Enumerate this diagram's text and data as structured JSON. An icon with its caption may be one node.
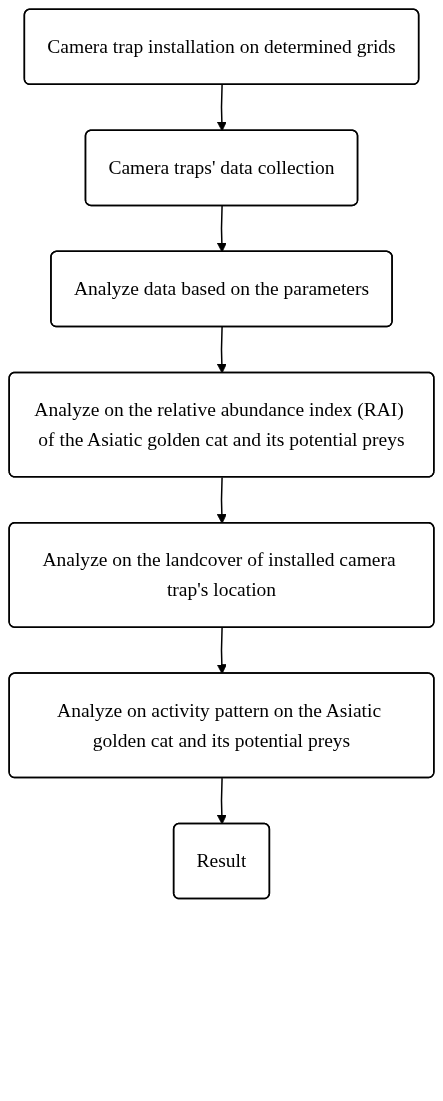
{
  "diagram": {
    "nodes": [
      {
        "text": [
          "Camera trap installation on determined grids"
        ]
      },
      {
        "text": [
          "Camera traps' data collection"
        ]
      },
      {
        "text": [
          "Analyze data based on the parameters"
        ]
      },
      {
        "text": [
          "Analyze on the relative abundance index (RAI) of the Asiatic golden cat and its potential preys"
        ]
      },
      {
        "text": [
          "Analyze on the landcover of installed camera trap's location"
        ]
      },
      {
        "text": [
          "Analyze on activity pattern on the Asiatic golden cat and its potential preys"
        ]
      },
      {
        "text": [
          "Result"
        ]
      }
    ],
    "edges": [
      {
        "from": 0,
        "to": 1,
        "arrow": "to"
      },
      {
        "from": 1,
        "to": 2,
        "arrow": "to"
      },
      {
        "from": 2,
        "to": 3,
        "arrow": "to"
      },
      {
        "from": 3,
        "to": 4,
        "arrow": "to"
      },
      {
        "from": 4,
        "to": 5,
        "arrow": "to"
      },
      {
        "from": 5,
        "to": 6,
        "arrow": "to"
      }
    ]
  }
}
